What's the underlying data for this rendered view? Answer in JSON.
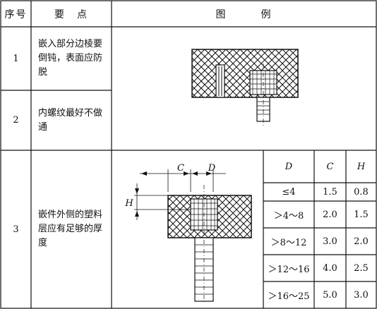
{
  "headers": {
    "no": "序号",
    "points": "要　点",
    "figure": "图　　　例"
  },
  "rows": [
    {
      "no": "1",
      "text": "嵌入部分边棱要倒钝，表面应防脱"
    },
    {
      "no": "2",
      "text": "内螺纹最好不做通"
    },
    {
      "no": "3",
      "text": "嵌件外侧的塑料层应有足够的厚度"
    }
  ],
  "dims": {
    "c": "C",
    "d": "D",
    "h": "H"
  },
  "subtable": {
    "columns": [
      "D",
      "C",
      "H"
    ],
    "rows": [
      [
        "≤4",
        "1.5",
        "0.8"
      ],
      [
        "＞4～8",
        "2.0",
        "1.5"
      ],
      [
        "＞8～12",
        "3.0",
        "2.0"
      ],
      [
        "＞12～16",
        "4.0",
        "2.5"
      ],
      [
        "＞16～25",
        "5.0",
        "3.0"
      ]
    ]
  }
}
